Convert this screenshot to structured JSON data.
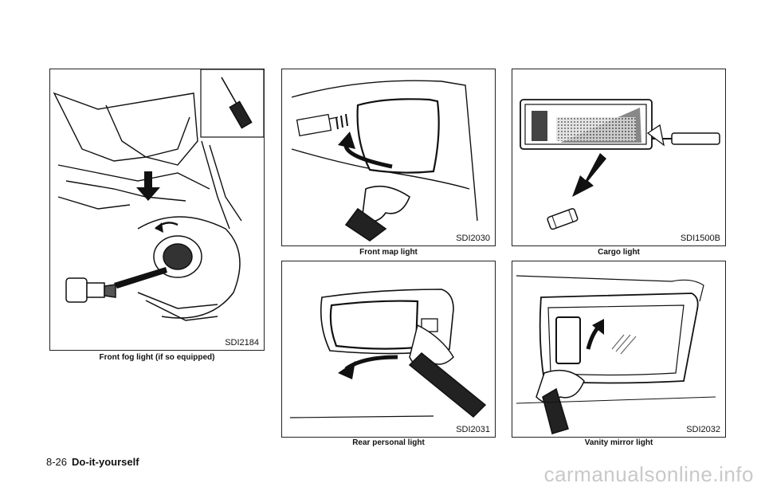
{
  "figures": [
    {
      "code": "SDI2184",
      "caption": "Front fog light (if so equipped)"
    },
    {
      "code": "SDI2030",
      "caption": "Front map light"
    },
    {
      "code": "SDI1500B",
      "caption": "Cargo light"
    },
    {
      "code": "SDI2031",
      "caption": "Rear personal light"
    },
    {
      "code": "SDI2032",
      "caption": "Vanity mirror light"
    }
  ],
  "footer": {
    "page_number": "8-26",
    "section": "Do-it-yourself"
  },
  "watermark": "carmanualsonline.info"
}
